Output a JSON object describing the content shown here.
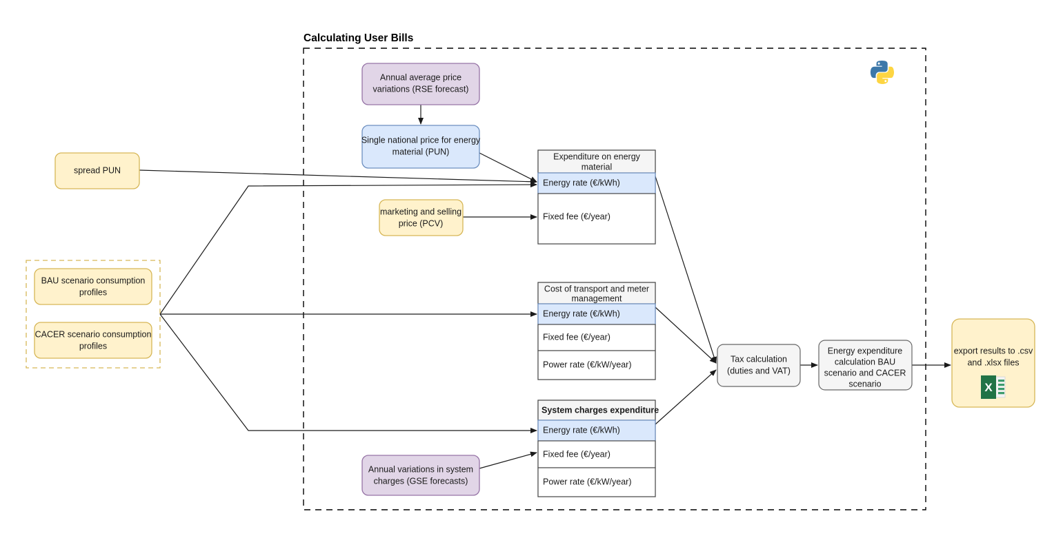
{
  "title": "Calculating User Bills",
  "colors": {
    "yellow_fill": "#fff2cc",
    "yellow_stroke": "#d6b656",
    "purple_fill": "#e1d5e7",
    "purple_stroke": "#9673a6",
    "blue_fill": "#dae8fc",
    "blue_stroke": "#6c8ebf",
    "gray_fill": "#f5f5f5",
    "gray_stroke": "#666666",
    "white_fill": "#ffffff",
    "table_stroke": "#4d4d4d",
    "edge": "#1a1a1a",
    "excel_green": "#217346"
  },
  "inputs": {
    "spread_pun": "spread PUN",
    "bau_profiles": "BAU scenario consumption profiles",
    "cacer_profiles": "CACER scenario consumption profiles"
  },
  "nodes": {
    "rse_forecast": "Annual average price variations (RSE forecast)",
    "pun": "Single national price for energy material (PUN)",
    "pcv": "marketing and selling price (PCV)",
    "gse_forecast": "Annual variations in system charges (GSE forecasts)",
    "tax_calculation": "Tax calculation (duties and VAT)",
    "energy_expenditure": "Energy expenditure calculation BAU scenario and CACER scenario",
    "export_results": "export results to .csv and .xlsx files"
  },
  "tables": [
    {
      "header": "Expenditure on energy material",
      "header_align": "center",
      "rows": [
        {
          "label": "Energy rate (€/kWh)",
          "highlight": true
        },
        {
          "label": "Fixed fee (€/year)",
          "highlight": false
        }
      ]
    },
    {
      "header": "Cost of transport and meter management",
      "header_align": "center",
      "rows": [
        {
          "label": "Energy rate (€/kWh)",
          "highlight": true
        },
        {
          "label": "Fixed fee (€/year)",
          "highlight": false
        },
        {
          "label": "Power rate (€/kW/year)",
          "highlight": false
        }
      ]
    },
    {
      "header": "System charges expenditure",
      "header_align": "left",
      "rows": [
        {
          "label": "Energy rate (€/kWh)",
          "highlight": true
        },
        {
          "label": "Fixed fee (€/year)",
          "highlight": false
        },
        {
          "label": "Power rate (€/kW/year)",
          "highlight": false
        }
      ]
    }
  ],
  "icons": {
    "python": "python-logo-icon",
    "excel": "excel-file-icon"
  }
}
